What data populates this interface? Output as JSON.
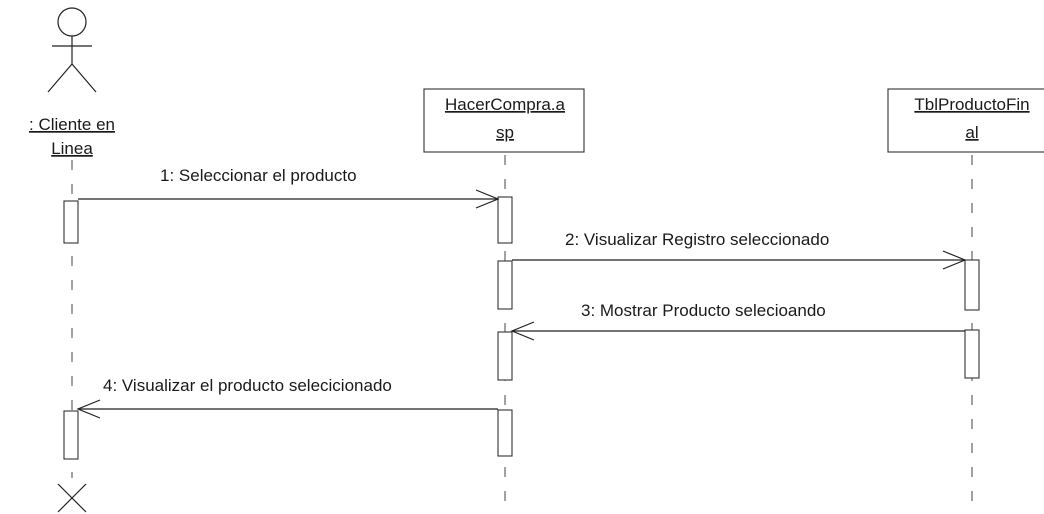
{
  "diagram": {
    "type": "sequence",
    "actor": {
      "name_line1": ": Cliente en",
      "name_line2": "Linea"
    },
    "objects": [
      {
        "name_line1": "HacerCompra.a",
        "name_line2": "sp"
      },
      {
        "name_line1": "TblProductoFin",
        "name_line2": "al"
      }
    ],
    "messages": [
      {
        "label": "1: Seleccionar el producto",
        "from": "Cliente en Linea",
        "to": "HacerCompra.asp"
      },
      {
        "label": "2: Visualizar Registro seleccionado",
        "from": "HacerCompra.asp",
        "to": "TblProductoFinal"
      },
      {
        "label": "3: Mostrar Producto selecioando",
        "from": "TblProductoFinal",
        "to": "HacerCompra.asp"
      },
      {
        "label": "4: Visualizar el producto selecicionado",
        "from": "HacerCompra.asp",
        "to": "Cliente en Linea"
      }
    ]
  }
}
